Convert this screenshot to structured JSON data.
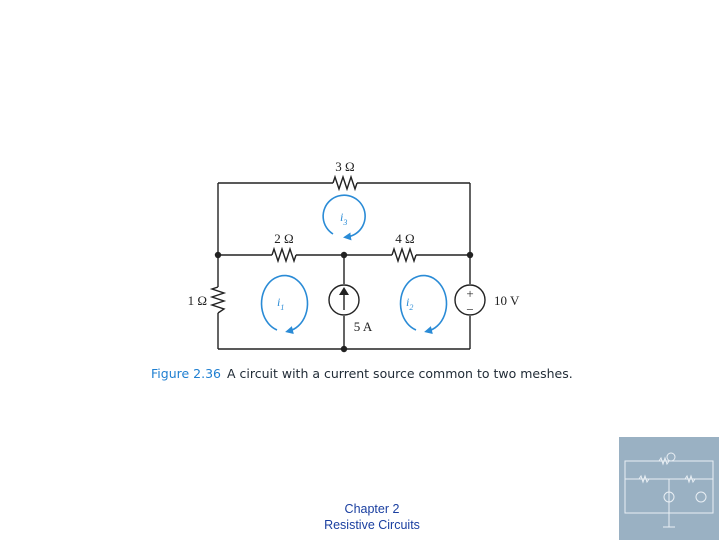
{
  "figure": {
    "number": "Figure 2.36",
    "caption": "A circuit with a current source common to two meshes."
  },
  "circuit": {
    "resistors": {
      "top": "3 Ω",
      "left_mid": "2 Ω",
      "right_mid": "4 Ω",
      "left_side": "1 Ω"
    },
    "current_source": "5 A",
    "voltage_source": "10 V",
    "voltage_plus": "+",
    "voltage_minus": "−",
    "meshes": [
      {
        "symbol": "i",
        "subscript": "1"
      },
      {
        "symbol": "i",
        "subscript": "2"
      },
      {
        "symbol": "i",
        "subscript": "3"
      }
    ]
  },
  "footer": {
    "line1": "Chapter 2",
    "line2": "Resistive Circuits"
  },
  "colors": {
    "wire": "#222222",
    "mesh_arrow": "#2a8bd6",
    "figure_label": "#1f7fd1",
    "footer_text": "#1a3fa0",
    "thumbnail_bg": "#9ab1c3"
  }
}
